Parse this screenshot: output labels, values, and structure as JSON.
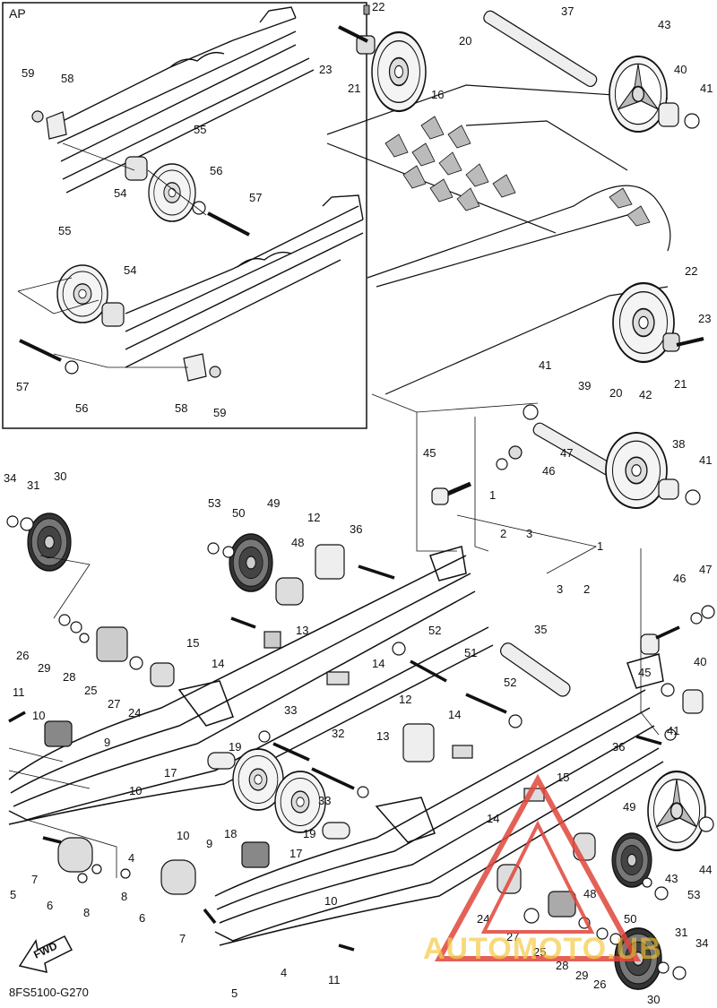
{
  "inset": {
    "title": "AP"
  },
  "footer": {
    "code": "8FS5100-G270",
    "fwd": "FWD"
  },
  "watermark": {
    "text": "AUTOMOTO.UB"
  },
  "parts": [
    {
      "num": "22"
    },
    {
      "num": "23"
    },
    {
      "num": "21"
    },
    {
      "num": "20"
    },
    {
      "num": "37"
    },
    {
      "num": "43"
    },
    {
      "num": "40"
    },
    {
      "num": "41"
    },
    {
      "num": "16"
    },
    {
      "num": "22"
    },
    {
      "num": "23"
    },
    {
      "num": "21"
    },
    {
      "num": "20"
    },
    {
      "num": "41"
    },
    {
      "num": "39"
    },
    {
      "num": "42"
    },
    {
      "num": "45"
    },
    {
      "num": "47"
    },
    {
      "num": "46"
    },
    {
      "num": "38"
    },
    {
      "num": "41"
    },
    {
      "num": "59"
    },
    {
      "num": "58"
    },
    {
      "num": "55"
    },
    {
      "num": "56"
    },
    {
      "num": "54"
    },
    {
      "num": "57"
    },
    {
      "num": "55"
    },
    {
      "num": "54"
    },
    {
      "num": "57"
    },
    {
      "num": "56"
    },
    {
      "num": "58"
    },
    {
      "num": "59"
    },
    {
      "num": "34"
    },
    {
      "num": "31"
    },
    {
      "num": "30"
    },
    {
      "num": "53"
    },
    {
      "num": "50"
    },
    {
      "num": "49"
    },
    {
      "num": "12"
    },
    {
      "num": "48"
    },
    {
      "num": "36"
    },
    {
      "num": "1"
    },
    {
      "num": "2"
    },
    {
      "num": "3"
    },
    {
      "num": "1"
    },
    {
      "num": "3"
    },
    {
      "num": "2"
    },
    {
      "num": "46"
    },
    {
      "num": "47"
    },
    {
      "num": "26"
    },
    {
      "num": "29"
    },
    {
      "num": "28"
    },
    {
      "num": "25"
    },
    {
      "num": "27"
    },
    {
      "num": "24"
    },
    {
      "num": "15"
    },
    {
      "num": "14"
    },
    {
      "num": "13"
    },
    {
      "num": "14"
    },
    {
      "num": "52"
    },
    {
      "num": "51"
    },
    {
      "num": "35"
    },
    {
      "num": "52"
    },
    {
      "num": "45"
    },
    {
      "num": "40"
    },
    {
      "num": "41"
    },
    {
      "num": "36"
    },
    {
      "num": "11"
    },
    {
      "num": "10"
    },
    {
      "num": "9"
    },
    {
      "num": "10"
    },
    {
      "num": "33"
    },
    {
      "num": "19"
    },
    {
      "num": "32"
    },
    {
      "num": "17"
    },
    {
      "num": "12"
    },
    {
      "num": "13"
    },
    {
      "num": "14"
    },
    {
      "num": "15"
    },
    {
      "num": "14"
    },
    {
      "num": "33"
    },
    {
      "num": "18"
    },
    {
      "num": "19"
    },
    {
      "num": "17"
    },
    {
      "num": "49"
    },
    {
      "num": "43"
    },
    {
      "num": "44"
    },
    {
      "num": "4"
    },
    {
      "num": "5"
    },
    {
      "num": "7"
    },
    {
      "num": "6"
    },
    {
      "num": "8"
    },
    {
      "num": "10"
    },
    {
      "num": "9"
    },
    {
      "num": "8"
    },
    {
      "num": "6"
    },
    {
      "num": "10"
    },
    {
      "num": "7"
    },
    {
      "num": "48"
    },
    {
      "num": "53"
    },
    {
      "num": "24"
    },
    {
      "num": "27"
    },
    {
      "num": "25"
    },
    {
      "num": "28"
    },
    {
      "num": "29"
    },
    {
      "num": "26"
    },
    {
      "num": "50"
    },
    {
      "num": "31"
    },
    {
      "num": "34"
    },
    {
      "num": "30"
    },
    {
      "num": "4"
    },
    {
      "num": "11"
    },
    {
      "num": "5"
    }
  ]
}
